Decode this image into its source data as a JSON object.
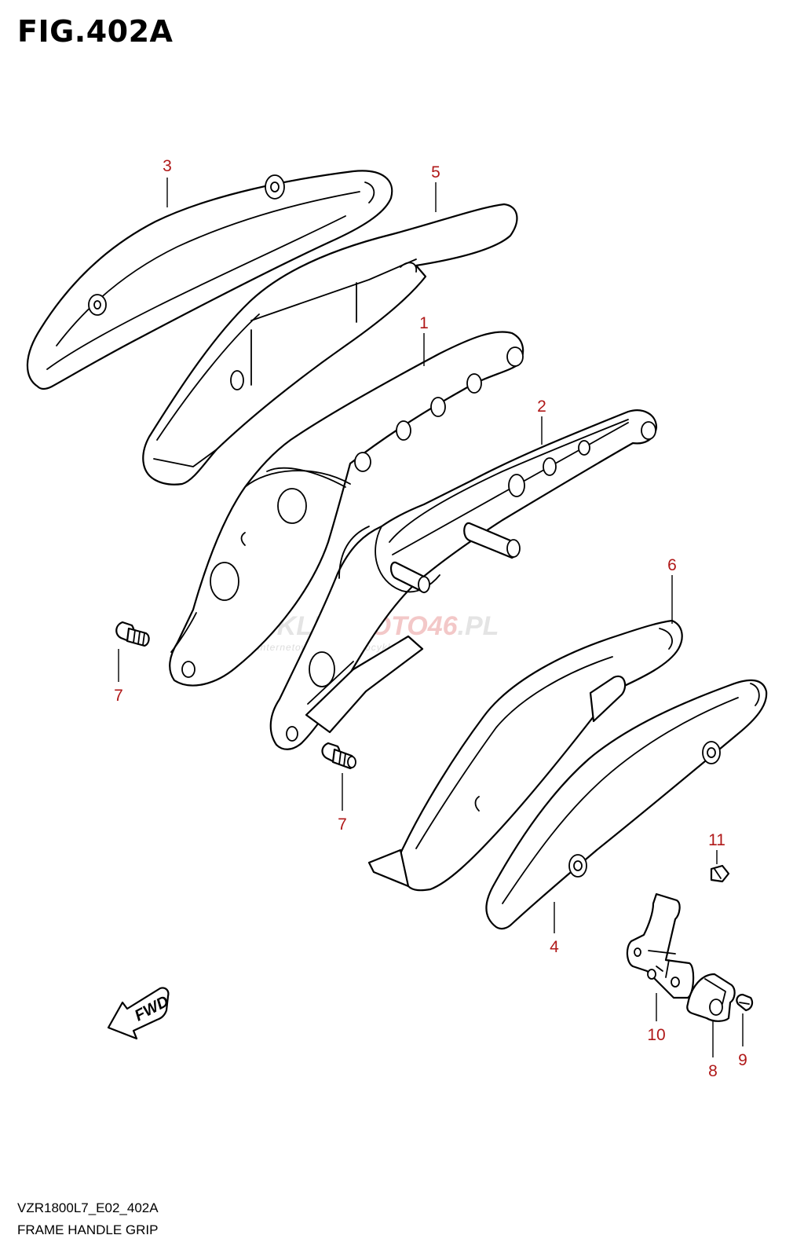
{
  "figure": {
    "title": "FIG.402A",
    "model_code": "VZR1800L7_E02_402A",
    "name": "FRAME HANDLE GRIP"
  },
  "watermark": {
    "brand_prefix": "SKLEP",
    "brand_accent": "MOTO46",
    "brand_suffix": ".PL",
    "tagline": "internetowy sklep motocyklowy"
  },
  "direction_marker": {
    "label": "FWD"
  },
  "callouts": [
    {
      "id": "c1",
      "label": "1"
    },
    {
      "id": "c2",
      "label": "2"
    },
    {
      "id": "c3",
      "label": "3"
    },
    {
      "id": "c4",
      "label": "4"
    },
    {
      "id": "c5",
      "label": "5"
    },
    {
      "id": "c6",
      "label": "6"
    },
    {
      "id": "c7a",
      "label": "7"
    },
    {
      "id": "c7b",
      "label": "7"
    },
    {
      "id": "c8",
      "label": "8"
    },
    {
      "id": "c9",
      "label": "9"
    },
    {
      "id": "c10",
      "label": "10"
    },
    {
      "id": "c11",
      "label": "11"
    }
  ],
  "colors": {
    "callout": "#b01818",
    "line": "#000000",
    "watermark_accent": "#e06060"
  }
}
